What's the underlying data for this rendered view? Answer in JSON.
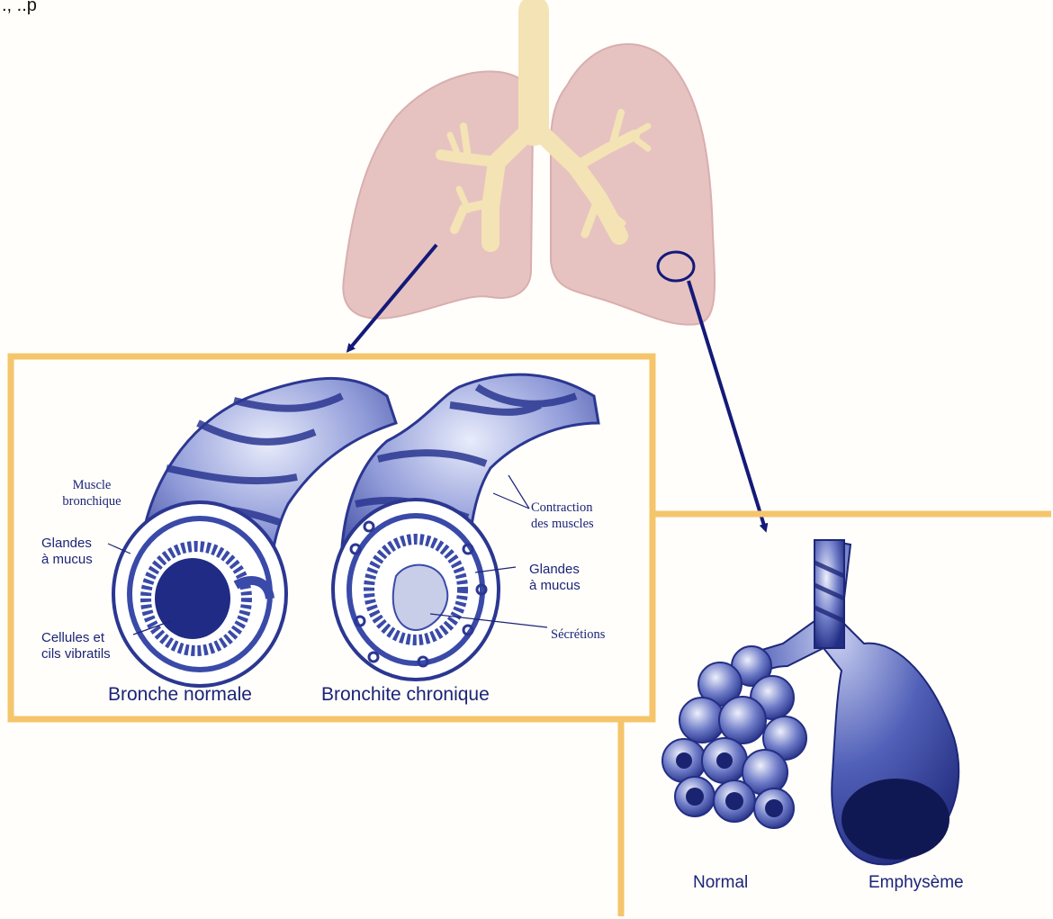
{
  "header_fragment": "., ..p",
  "bronchi_panel": {
    "labels": {
      "muscle": "Muscle\nbronchique",
      "glandes_left": "Glandes\nà mucus",
      "cellules": "Cellules et\ncils vibratils",
      "contraction": "Contraction\ndes muscles",
      "glandes_right": "Glandes\nà mucus",
      "secretions": "Sécrétions"
    },
    "captions": {
      "normal": "Bronche normale",
      "chronic": "Bronchite chronique"
    }
  },
  "alveoli_panel": {
    "captions": {
      "normal": "Normal",
      "emphysema": "Emphysème"
    }
  },
  "colors": {
    "lung": "#e6c3c1",
    "trachea": "#f4e3b4",
    "panel_border": "#f5c56b",
    "arrow": "#141a78",
    "illustration": "#3a4aa8"
  }
}
